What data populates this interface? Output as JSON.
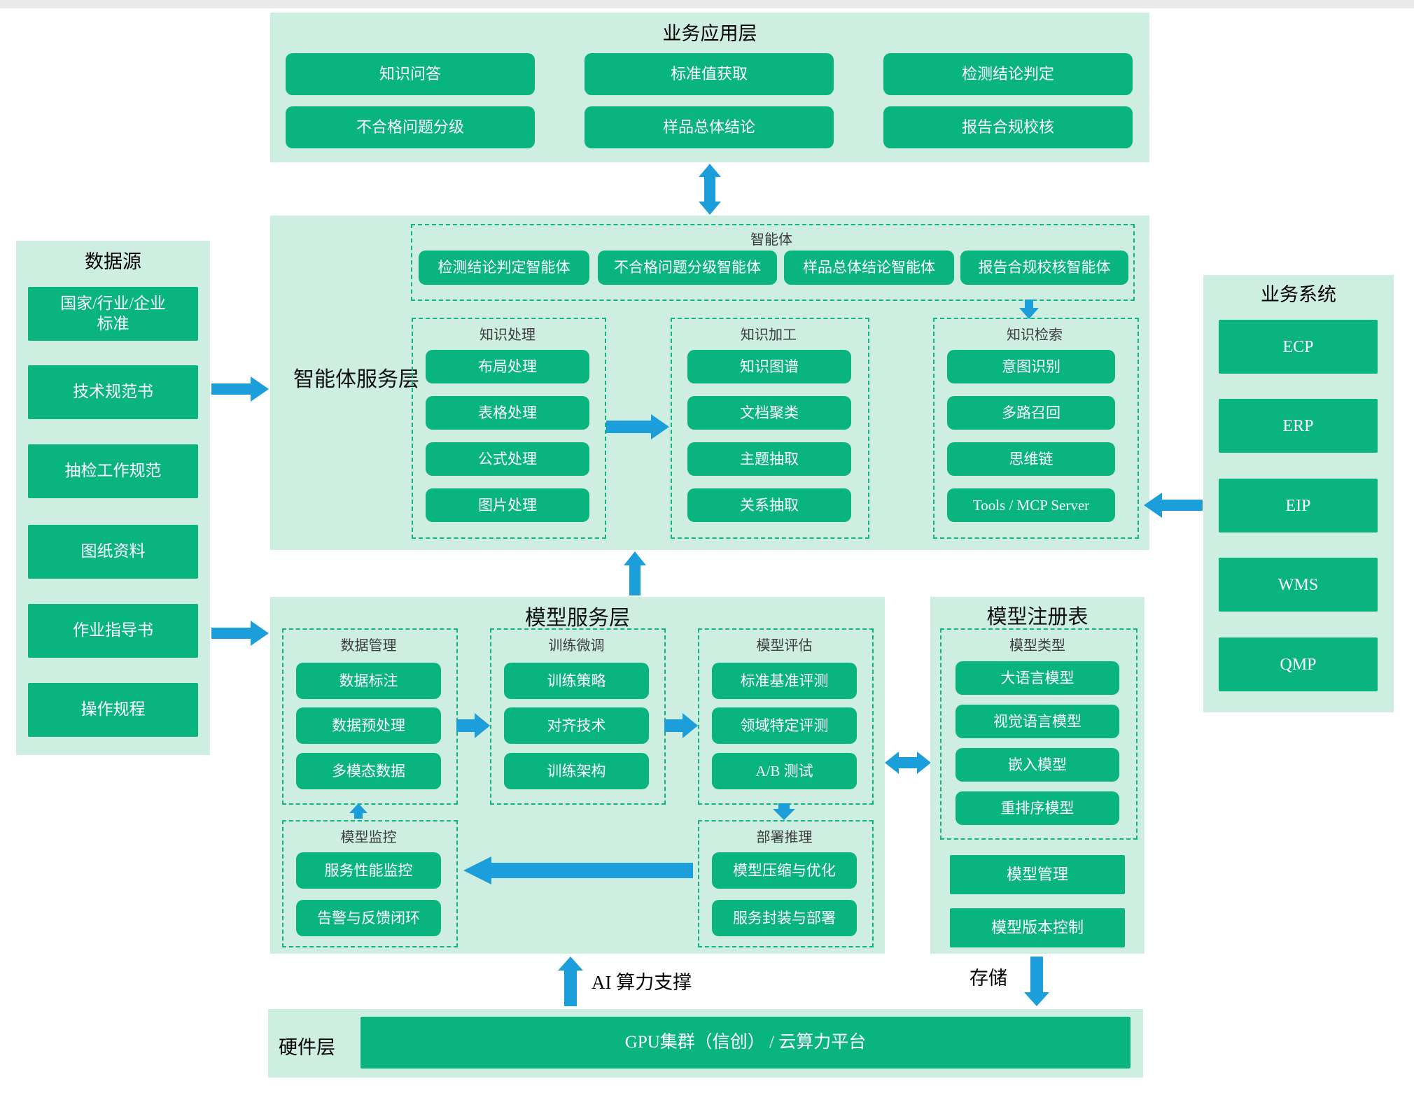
{
  "colors": {
    "panel": "#cdeee0",
    "box_green": "#0ab47e",
    "dashed_border": "#12b385",
    "arrow_blue": "#1b9ed9"
  },
  "business_app": {
    "title": "业务应用层",
    "rows": [
      [
        "知识问答",
        "标准值获取",
        "检测结论判定"
      ],
      [
        "不合格问题分级",
        "样品总体结论",
        "报告合规校核"
      ]
    ]
  },
  "data_sources": {
    "title": "数据源",
    "items": [
      "国家/行业/企业\n标准",
      "技术规范书",
      "抽检工作规范",
      "图纸资料",
      "作业指导书",
      "操作规程"
    ]
  },
  "business_systems": {
    "title": "业务系统",
    "items": [
      "ECP",
      "ERP",
      "EIP",
      "WMS",
      "QMP"
    ]
  },
  "agent_layer": {
    "title": "智能体服务层",
    "agent_group": {
      "label": "智能体",
      "agents": [
        "检测结论判定智能体",
        "不合格问题分级智能体",
        "样品总体结论智能体",
        "报告合规校核智能体"
      ]
    },
    "knowledge_processing": {
      "label": "知识处理",
      "items": [
        "布局处理",
        "表格处理",
        "公式处理",
        "图片处理"
      ]
    },
    "knowledge_refining": {
      "label": "知识加工",
      "items": [
        "知识图谱",
        "文档聚类",
        "主题抽取",
        "关系抽取"
      ]
    },
    "knowledge_retrieval": {
      "label": "知识检索",
      "items": [
        "意图识别",
        "多路召回",
        "思维链",
        "Tools / MCP Server"
      ]
    }
  },
  "model_service": {
    "title": "模型服务层",
    "data_management": {
      "label": "数据管理",
      "items": [
        "数据标注",
        "数据预处理",
        "多模态数据"
      ]
    },
    "training": {
      "label": "训练微调",
      "items": [
        "训练策略",
        "对齐技术",
        "训练架构"
      ]
    },
    "evaluation": {
      "label": "模型评估",
      "items": [
        "标准基准评测",
        "领域特定评测",
        "A/B 测试"
      ]
    },
    "monitoring": {
      "label": "模型监控",
      "items": [
        "服务性能监控",
        "告警与反馈闭环"
      ]
    },
    "deployment": {
      "label": "部署推理",
      "items": [
        "模型压缩与优化",
        "服务封装与部署"
      ]
    }
  },
  "model_registry": {
    "title": "模型注册表",
    "model_types": {
      "label": "模型类型",
      "items": [
        "大语言模型",
        "视觉语言模型",
        "嵌入模型",
        "重排序模型"
      ]
    },
    "management": "模型管理",
    "version_control": "模型版本控制"
  },
  "hardware": {
    "title": "硬件层",
    "platform": "GPU集群（信创） / 云算力平台"
  },
  "annotations": {
    "ai_support": "AI 算力支撑",
    "storage": "存储"
  }
}
